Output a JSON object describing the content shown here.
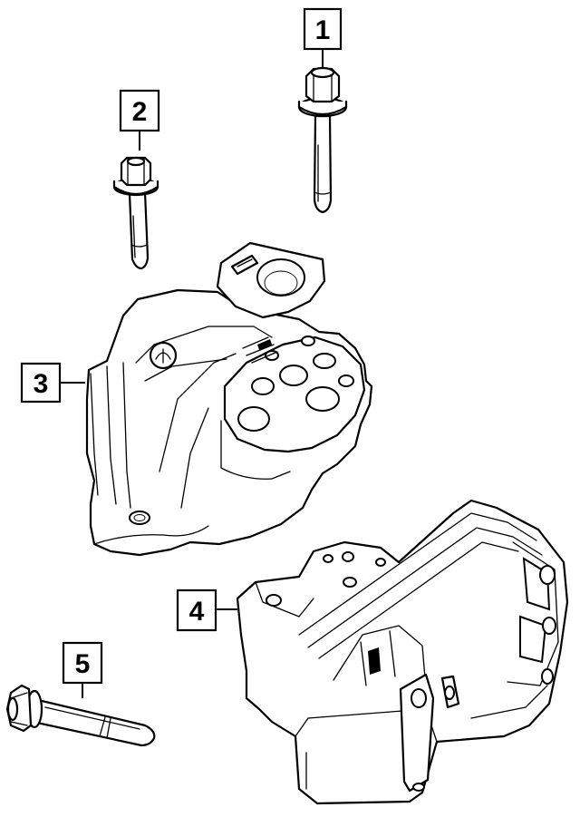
{
  "callouts": [
    {
      "id": "1",
      "label": "1"
    },
    {
      "id": "2",
      "label": "2"
    },
    {
      "id": "3",
      "label": "3"
    },
    {
      "id": "4",
      "label": "4"
    },
    {
      "id": "5",
      "label": "5"
    }
  ],
  "parts": [
    {
      "callout": "1",
      "kind": "flange-head-bolt"
    },
    {
      "callout": "2",
      "kind": "flange-head-bolt"
    },
    {
      "callout": "3",
      "kind": "engine-mount"
    },
    {
      "callout": "4",
      "kind": "mount-bracket"
    },
    {
      "callout": "5",
      "kind": "long-bolt"
    }
  ]
}
